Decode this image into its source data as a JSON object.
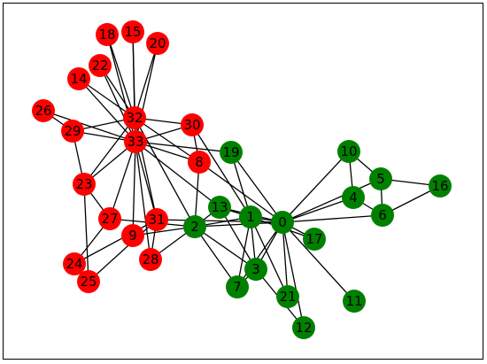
{
  "graph": {
    "colors": {
      "group_a": "#ff0000",
      "group_b": "#008000"
    },
    "nodes": [
      {
        "id": 0,
        "label": "0",
        "group": "group_b"
      },
      {
        "id": 1,
        "label": "1",
        "group": "group_b"
      },
      {
        "id": 2,
        "label": "2",
        "group": "group_b"
      },
      {
        "id": 3,
        "label": "3",
        "group": "group_b"
      },
      {
        "id": 4,
        "label": "4",
        "group": "group_b"
      },
      {
        "id": 5,
        "label": "5",
        "group": "group_b"
      },
      {
        "id": 6,
        "label": "6",
        "group": "group_b"
      },
      {
        "id": 7,
        "label": "7",
        "group": "group_b"
      },
      {
        "id": 8,
        "label": "8",
        "group": "group_a"
      },
      {
        "id": 9,
        "label": "9",
        "group": "group_a"
      },
      {
        "id": 10,
        "label": "10",
        "group": "group_b"
      },
      {
        "id": 11,
        "label": "11",
        "group": "group_b"
      },
      {
        "id": 12,
        "label": "12",
        "group": "group_b"
      },
      {
        "id": 13,
        "label": "13",
        "group": "group_b"
      },
      {
        "id": 14,
        "label": "14",
        "group": "group_a"
      },
      {
        "id": 15,
        "label": "15",
        "group": "group_a"
      },
      {
        "id": 16,
        "label": "16",
        "group": "group_b"
      },
      {
        "id": 17,
        "label": "17",
        "group": "group_b"
      },
      {
        "id": 18,
        "label": "18",
        "group": "group_a"
      },
      {
        "id": 19,
        "label": "19",
        "group": "group_b"
      },
      {
        "id": 20,
        "label": "20",
        "group": "group_a"
      },
      {
        "id": 21,
        "label": "21",
        "group": "group_b"
      },
      {
        "id": 22,
        "label": "22",
        "group": "group_a"
      },
      {
        "id": 23,
        "label": "23",
        "group": "group_a"
      },
      {
        "id": 24,
        "label": "24",
        "group": "group_a"
      },
      {
        "id": 25,
        "label": "25",
        "group": "group_a"
      },
      {
        "id": 26,
        "label": "26",
        "group": "group_a"
      },
      {
        "id": 27,
        "label": "27",
        "group": "group_a"
      },
      {
        "id": 28,
        "label": "28",
        "group": "group_a"
      },
      {
        "id": 29,
        "label": "29",
        "group": "group_a"
      },
      {
        "id": 30,
        "label": "30",
        "group": "group_a"
      },
      {
        "id": 31,
        "label": "31",
        "group": "group_a"
      },
      {
        "id": 32,
        "label": "32",
        "group": "group_a"
      },
      {
        "id": 33,
        "label": "33",
        "group": "group_a"
      }
    ],
    "edges": [
      [
        0,
        1
      ],
      [
        0,
        2
      ],
      [
        0,
        3
      ],
      [
        0,
        4
      ],
      [
        0,
        5
      ],
      [
        0,
        6
      ],
      [
        0,
        7
      ],
      [
        0,
        8
      ],
      [
        0,
        10
      ],
      [
        0,
        11
      ],
      [
        0,
        12
      ],
      [
        0,
        13
      ],
      [
        0,
        17
      ],
      [
        0,
        19
      ],
      [
        0,
        21
      ],
      [
        0,
        31
      ],
      [
        1,
        2
      ],
      [
        1,
        3
      ],
      [
        1,
        7
      ],
      [
        1,
        13
      ],
      [
        1,
        17
      ],
      [
        1,
        19
      ],
      [
        1,
        21
      ],
      [
        1,
        30
      ],
      [
        2,
        3
      ],
      [
        2,
        7
      ],
      [
        2,
        8
      ],
      [
        2,
        9
      ],
      [
        2,
        13
      ],
      [
        2,
        27
      ],
      [
        2,
        28
      ],
      [
        2,
        32
      ],
      [
        3,
        7
      ],
      [
        3,
        12
      ],
      [
        3,
        13
      ],
      [
        4,
        6
      ],
      [
        4,
        10
      ],
      [
        5,
        6
      ],
      [
        5,
        10
      ],
      [
        5,
        16
      ],
      [
        6,
        16
      ],
      [
        8,
        30
      ],
      [
        8,
        32
      ],
      [
        8,
        33
      ],
      [
        9,
        33
      ],
      [
        13,
        33
      ],
      [
        14,
        32
      ],
      [
        14,
        33
      ],
      [
        15,
        32
      ],
      [
        15,
        33
      ],
      [
        18,
        32
      ],
      [
        18,
        33
      ],
      [
        19,
        33
      ],
      [
        20,
        32
      ],
      [
        20,
        33
      ],
      [
        22,
        32
      ],
      [
        22,
        33
      ],
      [
        23,
        25
      ],
      [
        23,
        27
      ],
      [
        23,
        29
      ],
      [
        23,
        32
      ],
      [
        23,
        33
      ],
      [
        24,
        25
      ],
      [
        24,
        27
      ],
      [
        24,
        31
      ],
      [
        25,
        31
      ],
      [
        26,
        29
      ],
      [
        26,
        33
      ],
      [
        27,
        33
      ],
      [
        28,
        31
      ],
      [
        28,
        33
      ],
      [
        29,
        32
      ],
      [
        29,
        33
      ],
      [
        30,
        32
      ],
      [
        30,
        33
      ],
      [
        31,
        32
      ],
      [
        31,
        33
      ],
      [
        32,
        33
      ]
    ]
  }
}
